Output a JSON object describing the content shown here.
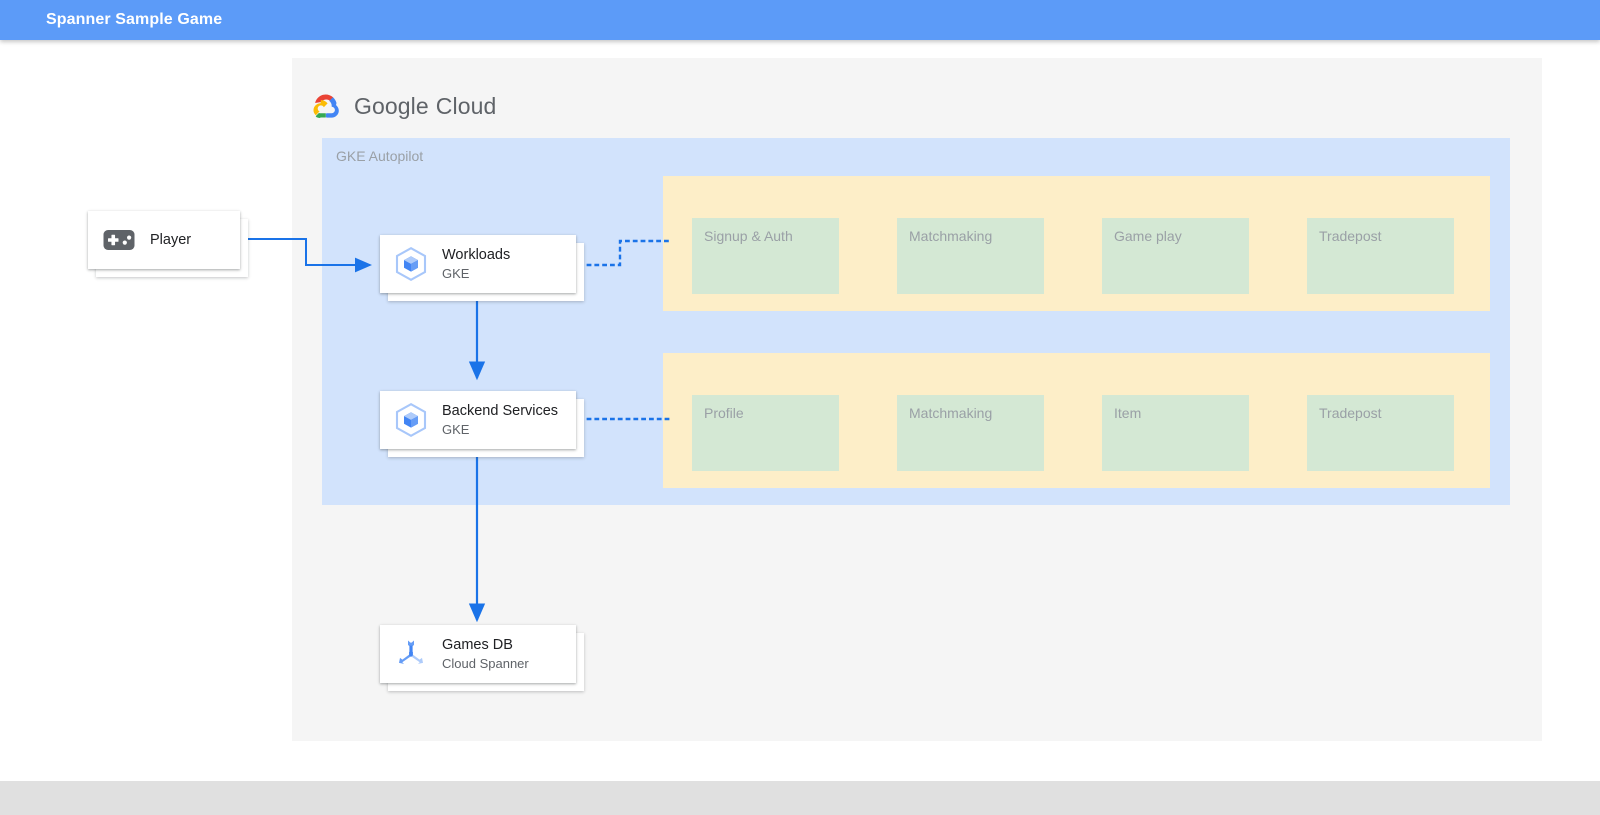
{
  "appbar": {
    "title": "Spanner Sample Game",
    "background": "#5c9bf8",
    "text_color": "#ffffff"
  },
  "panel": {
    "background": "#f5f5f5",
    "logo": {
      "icon_name": "google-cloud-logo-icon",
      "word1": "Google",
      "word2": "Cloud",
      "colors": {
        "red": "#ea4335",
        "yellow": "#fbbc04",
        "green": "#34a853",
        "blue": "#4285f4",
        "wordmark": "#5f6368"
      }
    }
  },
  "zone": {
    "label": "GKE Autopilot",
    "background": "#d2e3fc",
    "label_color": "#9aa0a6"
  },
  "service_groups": [
    {
      "name": "workloads-services",
      "background": "#fdeec8",
      "services": [
        {
          "label": "Signup & Auth"
        },
        {
          "label": "Matchmaking"
        },
        {
          "label": "Game play"
        },
        {
          "label": "Tradepost"
        }
      ]
    },
    {
      "name": "backend-services-list",
      "background": "#fdeec8",
      "services": [
        {
          "label": "Profile"
        },
        {
          "label": "Matchmaking"
        },
        {
          "label": "Item"
        },
        {
          "label": "Tradepost"
        }
      ]
    }
  ],
  "service_box_style": {
    "background": "#d4e8d4",
    "text_color": "#9aa0a6"
  },
  "nodes": {
    "player": {
      "title": "Player",
      "subtitle": "",
      "icon_name": "gamepad-icon",
      "icon_color": "#5f6368"
    },
    "workloads": {
      "title": "Workloads",
      "subtitle": "GKE",
      "icon_name": "gke-icon",
      "icon_color": "#4285f4"
    },
    "backend_services": {
      "title": "Backend Services",
      "subtitle": "GKE",
      "icon_name": "gke-icon",
      "icon_color": "#4285f4"
    },
    "games_db": {
      "title": "Games DB",
      "subtitle": "Cloud Spanner",
      "icon_name": "cloud-spanner-icon",
      "icon_color": "#4285f4"
    }
  },
  "edges": {
    "color": "#1a73e8",
    "connections": [
      {
        "name": "player-to-workloads",
        "style": "solid-arrow"
      },
      {
        "name": "workloads-to-backend-services",
        "style": "solid-arrow"
      },
      {
        "name": "backend-services-to-games-db",
        "style": "solid-arrow"
      },
      {
        "name": "workloads-to-service-group-1",
        "style": "dotted"
      },
      {
        "name": "backend-services-to-service-group-2",
        "style": "dotted"
      }
    ]
  },
  "bottom_strip": {
    "background": "#e0e0e0"
  }
}
